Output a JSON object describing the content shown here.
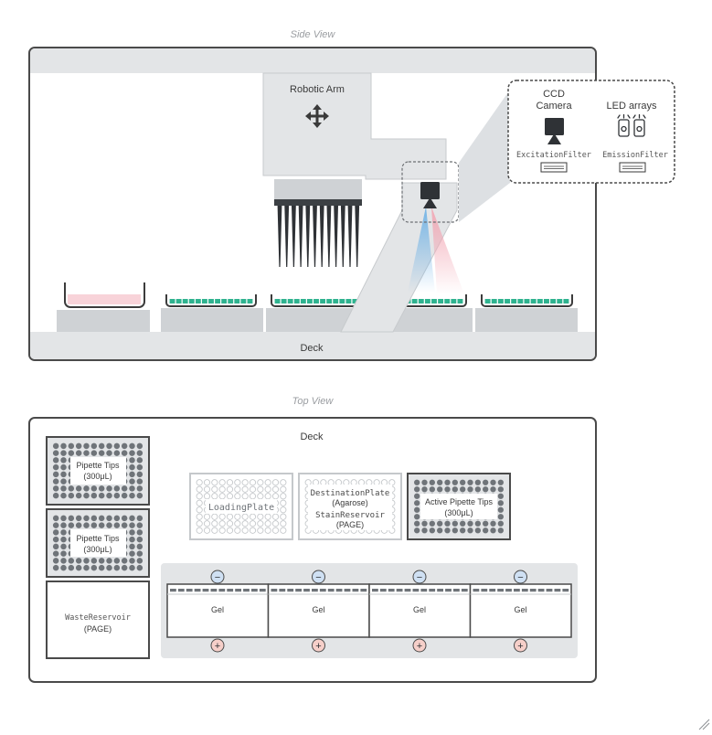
{
  "side_view": {
    "title": "Side View",
    "robotic_arm_label": "Robotic Arm",
    "deck_label": "Deck",
    "callout": {
      "ccd_camera_label_line1": "CCD",
      "ccd_camera_label_line2": "Camera",
      "led_arrays_label": "LED arrays",
      "excitation_filter_label": "ExcitationFilter",
      "emission_filter_label": "EmissionFilter"
    }
  },
  "top_view": {
    "title": "Top View",
    "deck_label": "Deck",
    "pipette_tips_1": {
      "line1": "Pipette Tips",
      "line2": "(300μL)"
    },
    "pipette_tips_2": {
      "line1": "Pipette Tips",
      "line2": "(300μL)"
    },
    "waste_reservoir": {
      "line1": "WasteReservoir",
      "line2": "(PAGE)"
    },
    "loading_plate": {
      "label": "LoadingPlate"
    },
    "destination_plate": {
      "line1": "DestinationPlate",
      "line2": "(Agarose)",
      "line3": "StainReservoir",
      "line4": "(PAGE)"
    },
    "active_pipette_tips": {
      "line1": "Active Pipette Tips",
      "line2": "(300μL)"
    },
    "gels": [
      {
        "label": "Gel",
        "minus": "−",
        "plus": "+"
      },
      {
        "label": "Gel",
        "minus": "−",
        "plus": "+"
      },
      {
        "label": "Gel",
        "minus": "−",
        "plus": "+"
      },
      {
        "label": "Gel",
        "minus": "−",
        "plus": "+"
      }
    ]
  },
  "colors": {
    "frame": "#4a4a4a",
    "panel_gray": "#e3e5e7",
    "block_gray": "#cfd2d5",
    "plate_teal": "#2fb38f",
    "reservoir_pink": "#f8d3d9",
    "dot_gray": "#6f7479",
    "minus_blue": "#cfe0f3",
    "plus_red": "#f6cfc9"
  }
}
